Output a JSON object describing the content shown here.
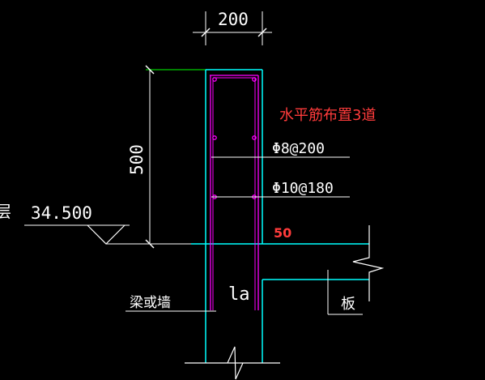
{
  "drawing": {
    "top_partial_text": "",
    "width_dim": "200",
    "height_dim": "500",
    "note_horizontal_bars": "水平筋布置3道",
    "rebar_label_1": "Φ8@200",
    "rebar_label_2": "Φ10@180",
    "elevation_partial": "层",
    "elevation_value": "34.500",
    "offset_dim": "50",
    "anchorage_label": "la",
    "beam_or_wall_label": "梁或墙",
    "slab_label": "板"
  },
  "colors": {
    "background": "#000000",
    "outline": "#00ffff",
    "rebar": "#ff00ff",
    "dimension": "#00ff00",
    "text": "#ffffff",
    "note": "#ff3b3b"
  }
}
